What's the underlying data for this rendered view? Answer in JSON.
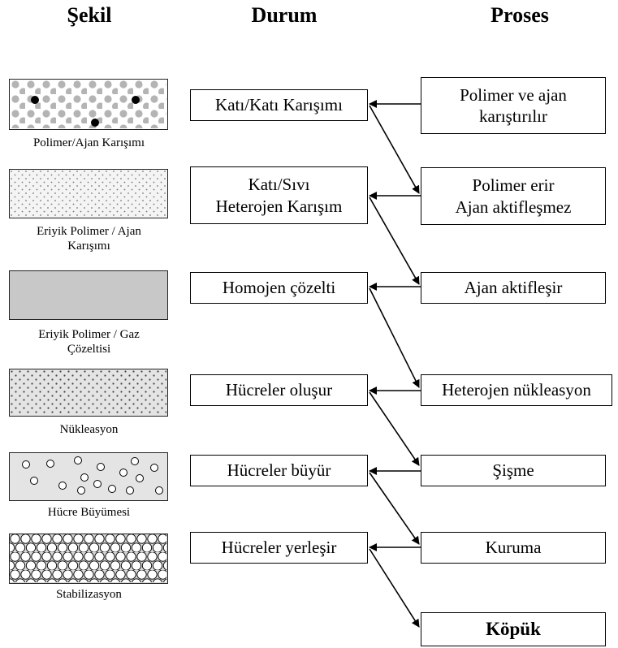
{
  "headers": {
    "sekil": "Şekil",
    "durum": "Durum",
    "proses": "Proses"
  },
  "sekil_captions": [
    "Polimer/Ajan Karışımı",
    "Eriyik Polimer / Ajan\nKarışımı",
    "Eriyik Polimer / Gaz\nÇözeltisi",
    "Nükleasyon",
    "Hücre Büyümesi",
    "Stabilizasyon"
  ],
  "durum": [
    "Katı/Katı Karışımı",
    "Katı/Sıvı\nHeterojen Karışım",
    "Homojen çözelti",
    "Hücreler oluşur",
    "Hücreler büyür",
    "Hücreler yerleşir"
  ],
  "proses": [
    "Polimer ve ajan\nkarıştırılır",
    "Polimer erir\nAjan aktifleşmez",
    "Ajan aktifleşir",
    "Heterojen nükleasyon",
    "Şişme",
    "Kuruma",
    "Köpük"
  ]
}
